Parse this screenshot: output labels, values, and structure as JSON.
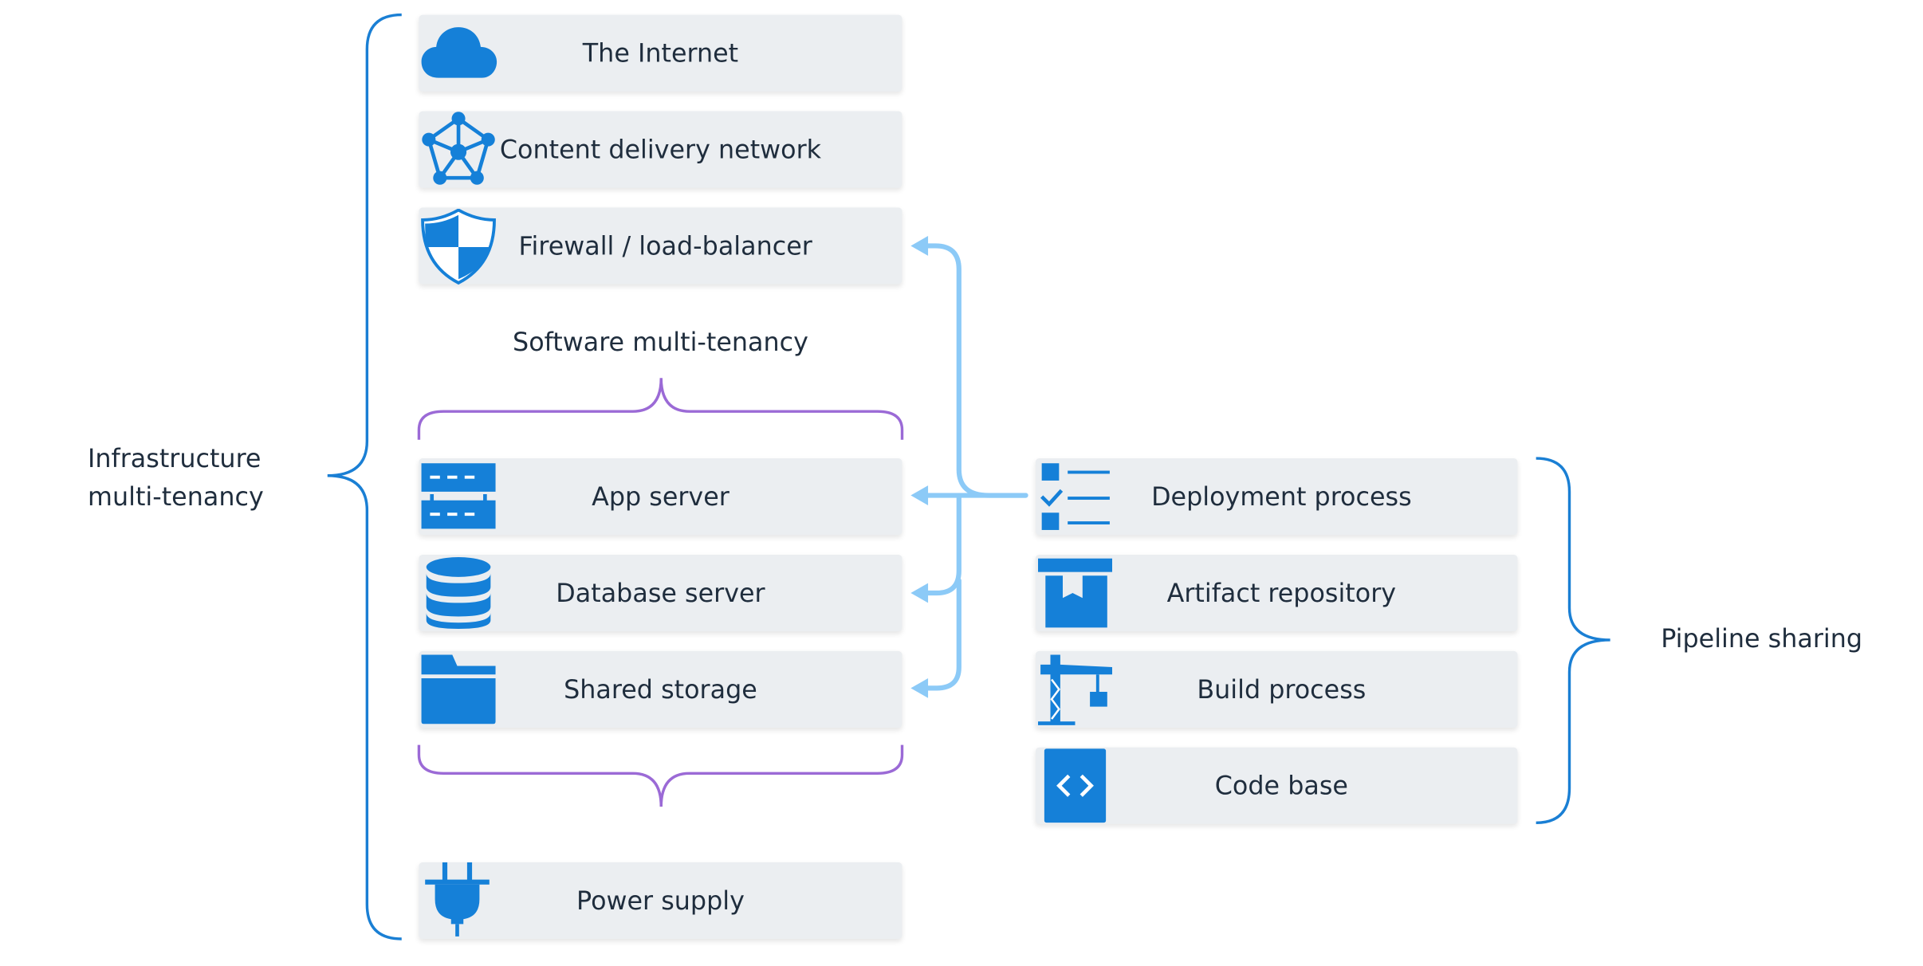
{
  "left_bracket": {
    "label_line1": "Infrastructure",
    "label_line2": "multi-tenancy"
  },
  "right_bracket": {
    "label": "Pipeline sharing"
  },
  "software_bracket": {
    "label": "Software multi-tenancy"
  },
  "left_stack": [
    {
      "label": "The Internet",
      "icon": "cloud-icon"
    },
    {
      "label": "Content delivery network",
      "icon": "network-icon"
    },
    {
      "label": "Firewall / load-balancer",
      "icon": "shield-icon"
    },
    {
      "label": "App server",
      "icon": "server-icon"
    },
    {
      "label": "Database server",
      "icon": "database-icon"
    },
    {
      "label": "Shared storage",
      "icon": "folder-icon"
    },
    {
      "label": "Power supply",
      "icon": "plug-icon"
    }
  ],
  "right_stack": [
    {
      "label": "Deployment process",
      "icon": "checklist-icon"
    },
    {
      "label": "Artifact repository",
      "icon": "package-icon"
    },
    {
      "label": "Build process",
      "icon": "crane-icon"
    },
    {
      "label": "Code base",
      "icon": "code-icon"
    }
  ],
  "colors": {
    "accent": "#1580d8",
    "arrow": "#8ccaf7",
    "bracket_blue": "#1a7fd4",
    "bracket_purple": "#9b6ad6",
    "box": "#ebeef1"
  }
}
